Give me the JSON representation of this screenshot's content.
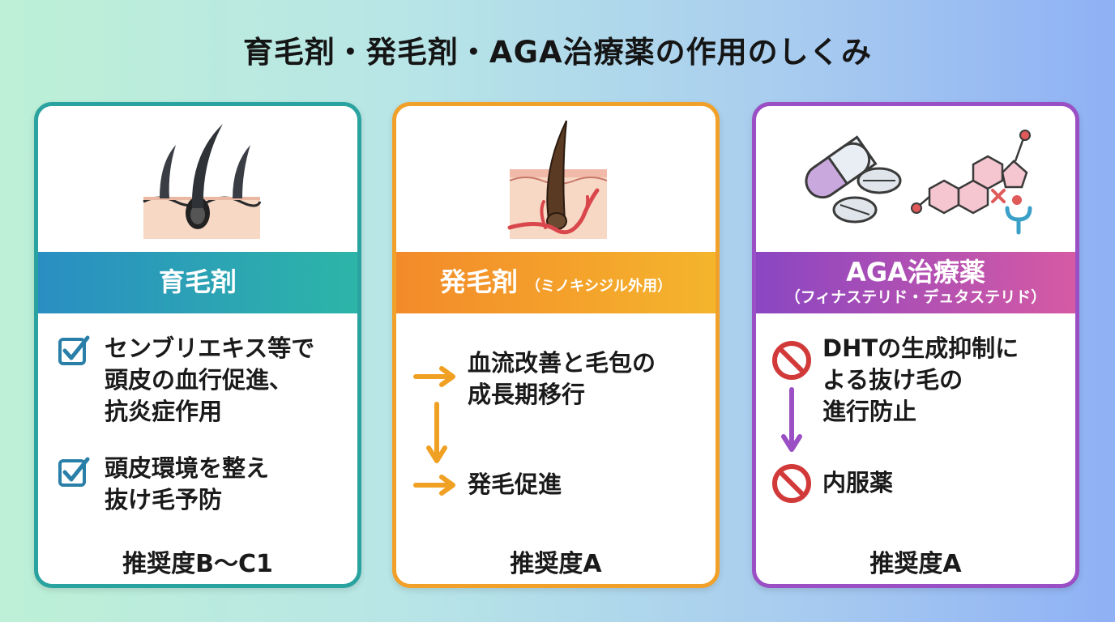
{
  "title": "育毛剤・発毛剤・AGA治療薬の作用のしくみ",
  "cards": [
    {
      "heading": "育毛剤",
      "items": [
        {
          "icon": "checkbox-icon",
          "lines": [
            "センブリエキス等で",
            "頭皮の血行促進、",
            "抗炎症作用"
          ]
        },
        {
          "icon": "checkbox-icon",
          "lines": [
            "頭皮環境を整え",
            "抜け毛予防"
          ]
        }
      ],
      "recommendation": "推奨度B〜C1",
      "colors": {
        "border": "#2aa3a0",
        "band_start": "#2a8ec2",
        "band_end": "#2db5a8"
      }
    },
    {
      "heading": "発毛剤",
      "heading_note": "（ミノキシジル外用）",
      "items": [
        {
          "icon": "arrow-right-icon",
          "lines": [
            "血流改善と毛包の",
            "成長期移行"
          ]
        },
        {
          "icon": "arrow-right-icon",
          "lines": [
            "発毛促進"
          ]
        }
      ],
      "recommendation": "推奨度A",
      "colors": {
        "border": "#f1a02a",
        "band_start": "#f38a2a",
        "band_end": "#f4b52c"
      }
    },
    {
      "heading": "AGA治療薬",
      "heading_sub": "（フィナステリド・デュタステリド）",
      "items": [
        {
          "icon": "prohibition-icon",
          "lines": [
            "DHTの生成抑制に",
            "よる抜け毛の",
            "進行防止"
          ]
        },
        {
          "icon": "prohibition-icon",
          "lines": [
            "内服薬"
          ]
        }
      ],
      "recommendation": "推奨度A",
      "colors": {
        "border": "#9a4fc4",
        "band_start": "#8a46c2",
        "band_end": "#d65aa4"
      }
    }
  ]
}
